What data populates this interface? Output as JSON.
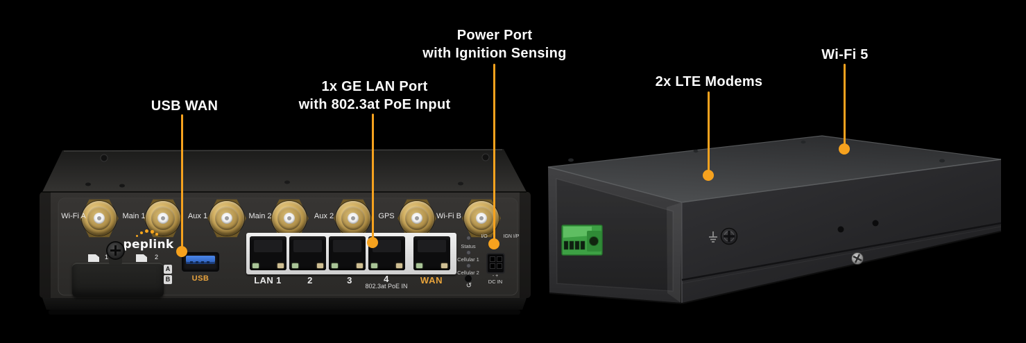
{
  "background_color": "#000000",
  "accent_color": "#F6A21E",
  "brand": "peplink",
  "callouts": [
    {
      "id": "usb-wan",
      "lines": [
        "USB WAN"
      ]
    },
    {
      "id": "lan-poe",
      "lines": [
        "1x GE LAN Port",
        "with 802.3at PoE Input"
      ]
    },
    {
      "id": "power-port",
      "lines": [
        "Power Port",
        "with Ignition Sensing"
      ]
    },
    {
      "id": "lte-modems",
      "lines": [
        "2x LTE Modems"
      ]
    },
    {
      "id": "wifi",
      "lines": [
        "Wi-Fi 5"
      ]
    }
  ],
  "front_panel": {
    "antenna_labels": [
      "Wi-Fi A",
      "Main 1",
      "Aux 1",
      "Main 2",
      "Aux 2",
      "GPS",
      "Wi-Fi B"
    ],
    "sim_slot_numbers": [
      "1",
      "2"
    ],
    "selector_labels": [
      "A",
      "B"
    ],
    "usb_label": "USB",
    "lan_port_labels": [
      "LAN 1",
      "2",
      "3",
      "4"
    ],
    "poe_note": "802.3at PoE IN",
    "wan_label": "WAN",
    "led_labels": [
      "Status",
      "Cellular 1",
      "Cellular 2"
    ],
    "io_label": "I/O",
    "ignition_label": "IGN I/P",
    "dc_polarity": "- +",
    "dc_label": "DC IN",
    "reset_icon": "↺"
  }
}
